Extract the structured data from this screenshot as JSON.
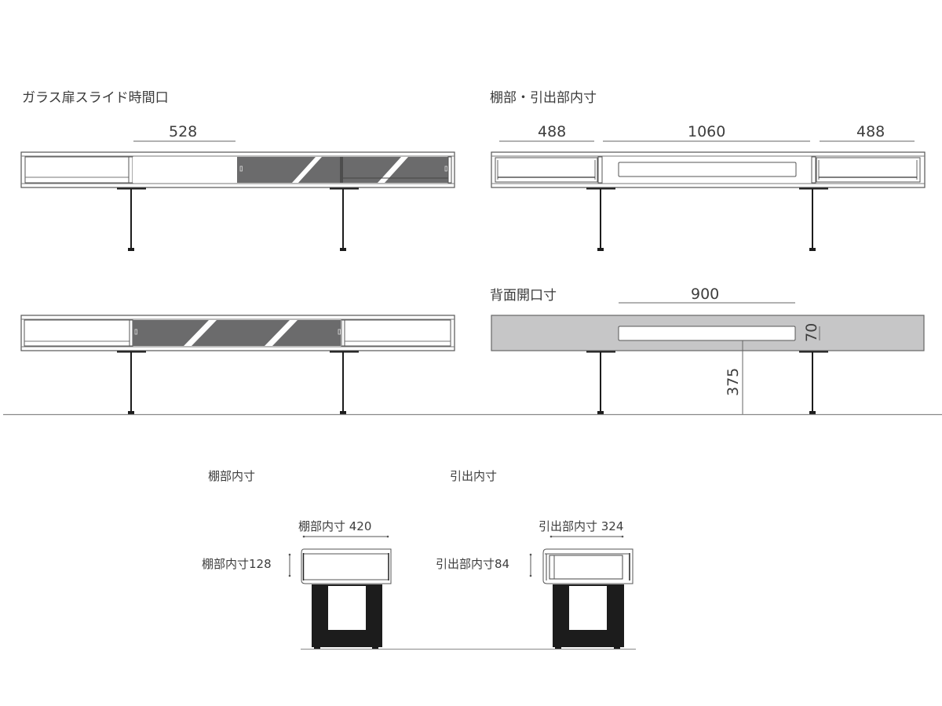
{
  "colors": {
    "glass_door": "#6b6b6c",
    "back_panel": "#c6c6c7",
    "leg": "#1c1c1c",
    "frame_line": "#555555",
    "dim_line": "#666666",
    "ground": "#888888"
  },
  "views": {
    "glass_slide": {
      "title": "ガラス扉スライド時間口",
      "dim_opening": "528"
    },
    "glass_closed": {},
    "inner_dims": {
      "title": "棚部・引出部内寸",
      "dim_left": "488",
      "dim_center": "1060",
      "dim_right": "488"
    },
    "back_opening": {
      "title": "背面開口寸",
      "dim_width": "900",
      "dim_height": "70",
      "dim_floor": "375"
    },
    "shelf_section": {
      "title": "棚部内寸",
      "dim_width": "棚部内寸 420",
      "dim_height": "棚部内寸128"
    },
    "drawer_section": {
      "title": "引出内寸",
      "dim_width": "引出部内寸 324",
      "dim_height": "引出部内寸84"
    }
  }
}
